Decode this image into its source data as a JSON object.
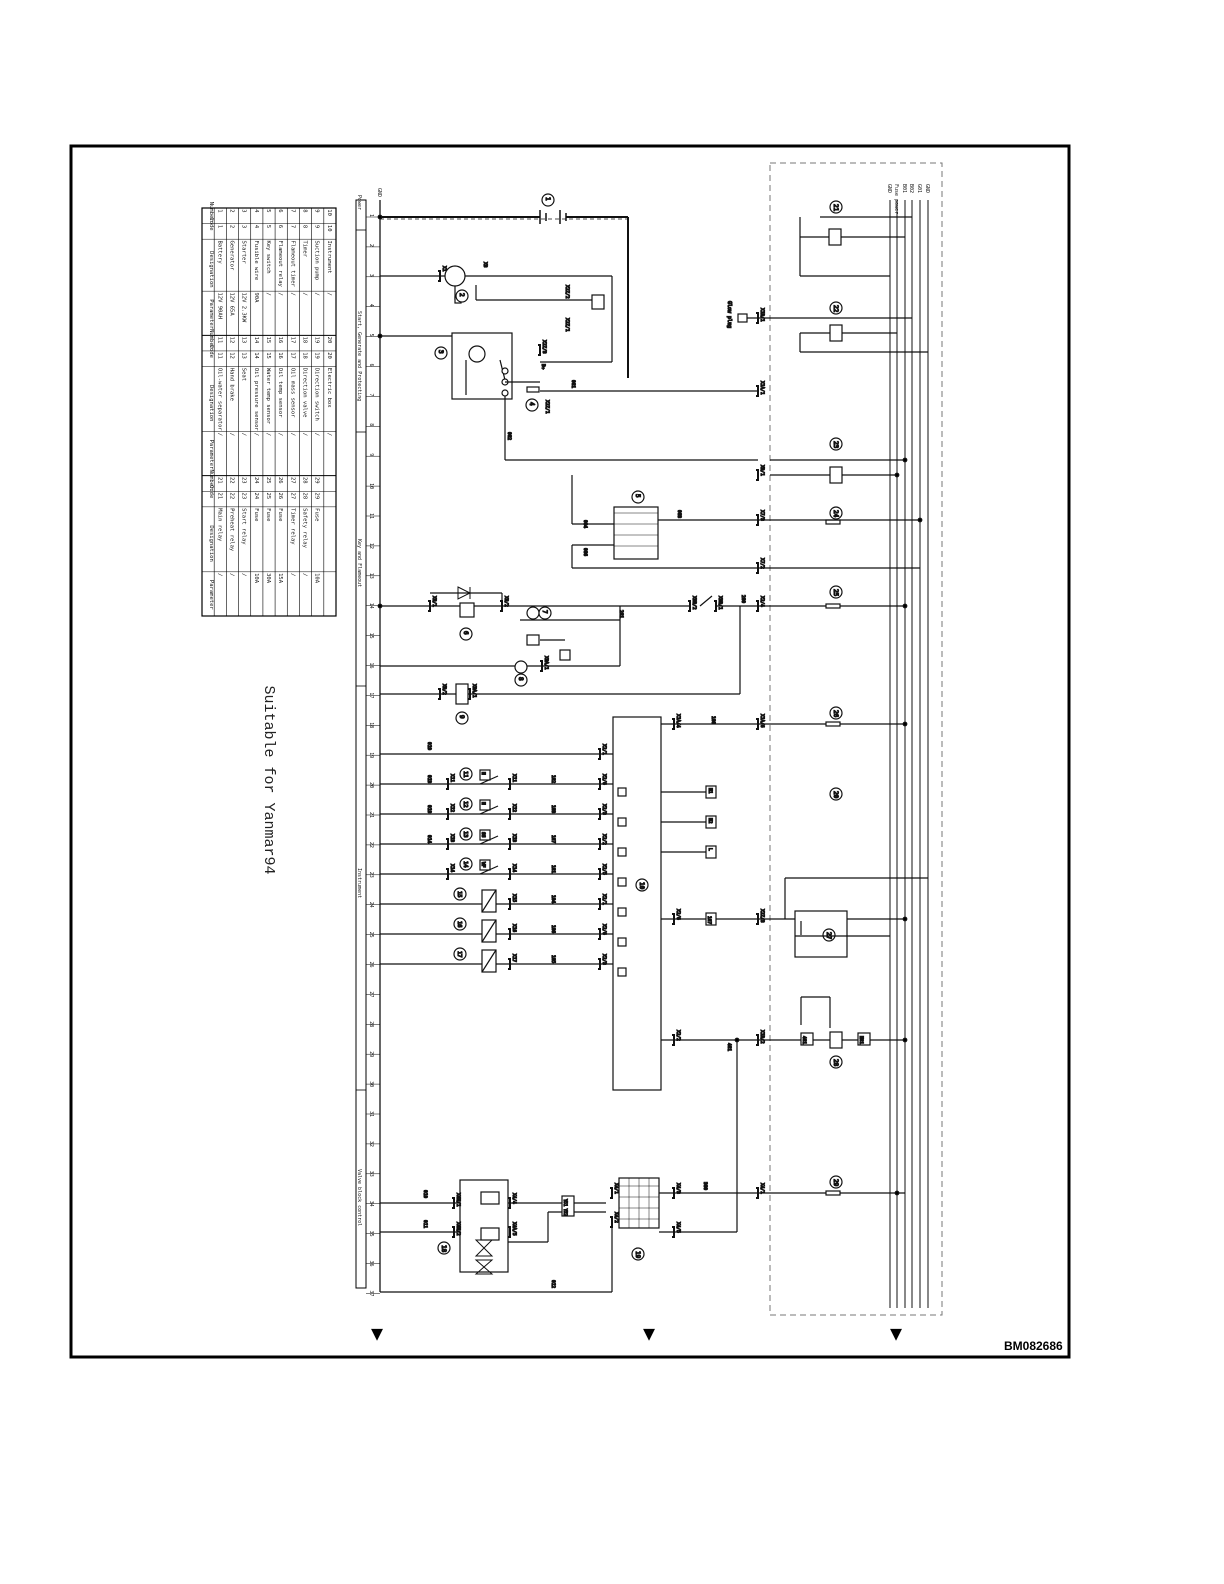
{
  "document": {
    "title": "Suitable for Yanmar94",
    "document_id": "BM082686"
  },
  "legend_table": {
    "headers": [
      "Number",
      "Code",
      "Designation",
      "Parameter",
      "Number",
      "Code",
      "Designation",
      "Parameter",
      "Number",
      "Code",
      "Designation",
      "Parameter"
    ],
    "rows": [
      [
        "1",
        "1",
        "Battery",
        "12V 90AH",
        "11",
        "11",
        "Oil-water separator",
        "/",
        "21",
        "21",
        "Main relay",
        "/"
      ],
      [
        "2",
        "2",
        "Generator",
        "12V 65A",
        "12",
        "12",
        "Hand brake",
        "/",
        "22",
        "22",
        "Preheat relay",
        "/"
      ],
      [
        "3",
        "3",
        "Starter",
        "12V 2.3KW",
        "13",
        "13",
        "Seat",
        "/",
        "23",
        "23",
        "Start relay",
        "/"
      ],
      [
        "4",
        "4",
        "Fusible wire",
        "90A",
        "14",
        "14",
        "Oil pressure sensor",
        "/",
        "24",
        "24",
        "Fuse",
        "10A"
      ],
      [
        "5",
        "5",
        "Key switch",
        "/",
        "15",
        "15",
        "Water temp sensor",
        "/",
        "25",
        "25",
        "Fuse",
        "30A"
      ],
      [
        "6",
        "6",
        "Flameout relay",
        "/",
        "16",
        "16",
        "Oil temp sensor",
        "/",
        "26",
        "26",
        "Fuse",
        "15A"
      ],
      [
        "7",
        "7",
        "Flameout timer",
        "/",
        "17",
        "17",
        "Oil mass sensor",
        "/",
        "27",
        "27",
        "Timer relay",
        "/"
      ],
      [
        "8",
        "8",
        "Timer",
        "/",
        "18",
        "18",
        "Direction valve",
        "/",
        "28",
        "28",
        "Safety relay",
        "/"
      ],
      [
        "9",
        "9",
        "Suction pump",
        "/",
        "19",
        "19",
        "Direction switch",
        "/",
        "29",
        "29",
        "Fuse",
        "10A"
      ],
      [
        "10",
        "10",
        "Instrument",
        "/",
        "20",
        "20",
        "Electric box",
        "/",
        "",
        "",
        "",
        ""
      ]
    ]
  },
  "sections": [
    "Power",
    "Start, Generate and Protecting",
    "Key and Flameout",
    "Instrument",
    "Valve block control"
  ],
  "rail_numbers": [
    "1",
    "2",
    "3",
    "4",
    "5",
    "6",
    "7",
    "8",
    "9",
    "10",
    "11",
    "12",
    "13",
    "14",
    "15",
    "16",
    "17",
    "18",
    "19",
    "20",
    "21",
    "22",
    "23",
    "24",
    "25",
    "26",
    "27",
    "28",
    "29",
    "30",
    "31",
    "32",
    "33",
    "34",
    "35",
    "36",
    "37"
  ],
  "bus_labels": [
    "GND",
    "Fuse power",
    "B01",
    "B02",
    "G01",
    "GND"
  ],
  "components": [
    "1",
    "2",
    "3",
    "4",
    "5",
    "6",
    "7",
    "8",
    "9",
    "10",
    "11",
    "12",
    "13",
    "14",
    "15",
    "16",
    "17",
    "18",
    "19",
    "20",
    "21",
    "22",
    "23",
    "24",
    "25",
    "26",
    "27",
    "28",
    "29"
  ],
  "wire_labels": {
    "w001": "001",
    "w002": "002",
    "w003": "003",
    "w004": "004",
    "w005": "005",
    "w006": "006",
    "w201": "201",
    "w200": "200",
    "w100": "100",
    "w102": "102",
    "w103": "103",
    "w107": "107",
    "w101": "101",
    "w104": "104",
    "w106": "106",
    "w105": "105",
    "w401": "401",
    "w300": "300",
    "w010": "010",
    "w013": "013",
    "w011": "011",
    "w012": "012",
    "w014": "014",
    "w018": "018",
    "w019": "019"
  },
  "connector_labels": {
    "c1": "X1",
    "c2": "X3",
    "c3": "X2Z/2",
    "c4": "X2Z/1",
    "c5": "X2Z/3",
    "c6": "B+",
    "c7": "X1A/1",
    "c8": "X2Z/1",
    "c9": "X1B/1",
    "c10": "X9/1",
    "c11": "X7/3",
    "c12": "X7/2",
    "c13": "X8/1",
    "c14": "X8/2",
    "c15": "X1A/3",
    "c16": "X3B/1",
    "c17": "X3B/2",
    "c18": "X2/4",
    "c19": "X9/2",
    "c20": "X8A/1",
    "c21": "X1A/4",
    "c22": "X1A/6",
    "c23": "X2Z/3",
    "c24": "X2/1",
    "c25": "X2/6",
    "c26": "X2/3",
    "c27": "X2/2",
    "c28": "X2/5",
    "c29": "X2/6",
    "c30": "X1B/2",
    "c31": "X4/1",
    "c32": "X4/2",
    "c33": "X4/3",
    "c34": "X4/5",
    "c35": "X4N/1",
    "c36": "X4N/2",
    "c37": "X4/4",
    "c38": "X4A/5",
    "c39": "X5",
    "c40": "X7/1",
    "c41": "X11",
    "c42": "X12",
    "c43": "X13",
    "c44": "X14",
    "c45": "X15",
    "c46": "X16",
    "c47": "X17"
  },
  "indicator_labels": {
    "n1": "H",
    "n2": "H",
    "n3": "SS",
    "n4": "WF",
    "r1": "N1",
    "r2": "N2",
    "r3": "L",
    "b1": "107",
    "b2": "N01",
    "b3": "401",
    "b4": "Y51 Y52"
  },
  "glow_plug_label": "Glow plug",
  "arrows": [
    "▼",
    "▼",
    "▼"
  ]
}
